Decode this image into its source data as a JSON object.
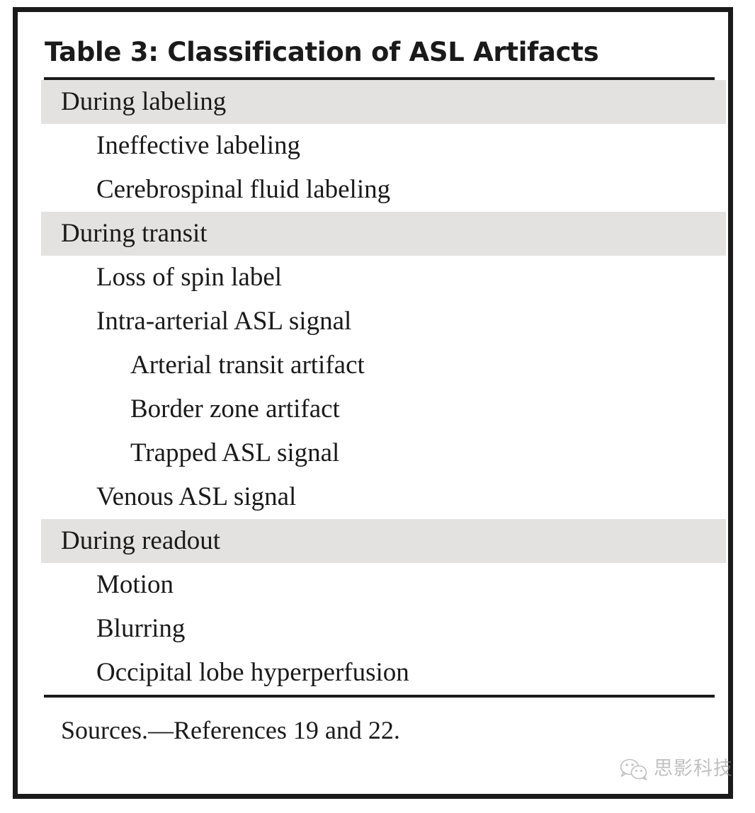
{
  "table": {
    "title": "Table 3: Classification of ASL Artifacts",
    "rows": [
      {
        "level": 0,
        "label": "During labeling"
      },
      {
        "level": 1,
        "label": "Ineffective labeling"
      },
      {
        "level": 1,
        "label": "Cerebrospinal fluid labeling"
      },
      {
        "level": 0,
        "label": "During transit"
      },
      {
        "level": 1,
        "label": "Loss of spin label"
      },
      {
        "level": 1,
        "label": "Intra-arterial ASL signal"
      },
      {
        "level": 2,
        "label": "Arterial transit artifact"
      },
      {
        "level": 2,
        "label": "Border zone artifact"
      },
      {
        "level": 2,
        "label": "Trapped ASL signal"
      },
      {
        "level": 1,
        "label": "Venous ASL signal"
      },
      {
        "level": 0,
        "label": "During readout"
      },
      {
        "level": 1,
        "label": "Motion"
      },
      {
        "level": 1,
        "label": "Blurring"
      },
      {
        "level": 1,
        "label": "Occipital lobe hyperperfusion"
      }
    ],
    "footer": "Sources.—References 19 and 22.",
    "header_row_background": "#e3e2e1",
    "rule_color": "#1a1a1a",
    "border_color": "#1a1a1a",
    "text_color": "#1a1a1a"
  },
  "watermark": {
    "icon": "wechat-icon",
    "text": "思影科技",
    "color": "#8d8d8d"
  }
}
